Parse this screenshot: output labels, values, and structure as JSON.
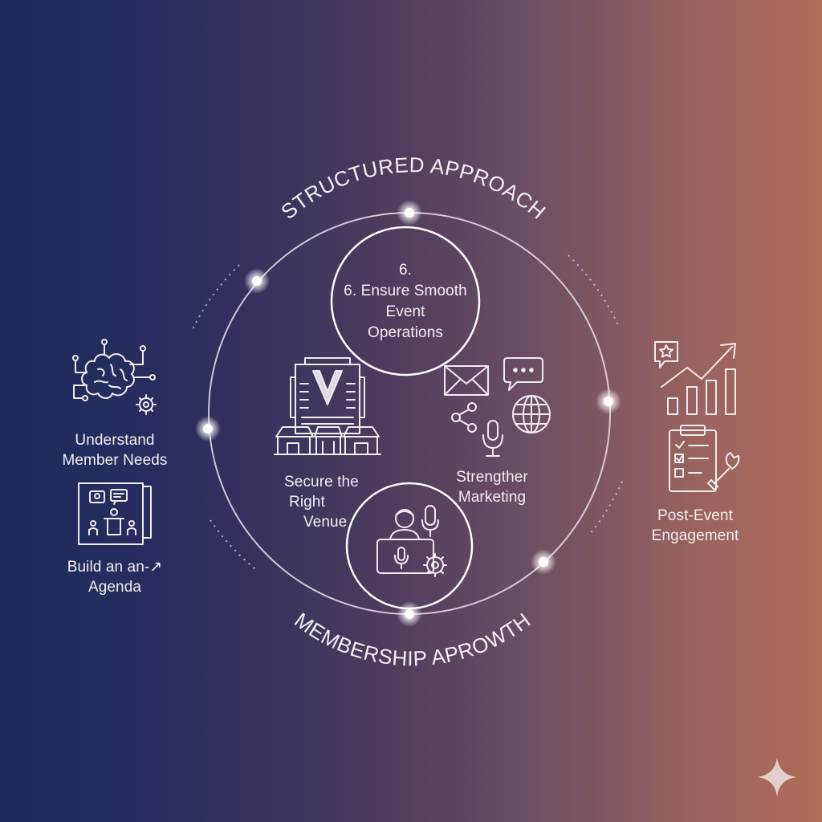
{
  "diagram": {
    "top_arc_title": "STRUCTURED APPROACH",
    "bottom_arc_title": "MEMBERSHIP APROWTH",
    "center_step": {
      "number": "6.",
      "line1": "6. Ensure Smooth",
      "line2": "Event",
      "line3": "Operations"
    },
    "inner_labels": {
      "venue": [
        "Secure the",
        "Right",
        "Venue"
      ],
      "marketing": [
        "Strengther",
        "Marketing"
      ]
    },
    "left_labels": {
      "needs": [
        "Understand",
        "Member Needs"
      ],
      "agenda": [
        "Build an an-↗",
        "Agenda"
      ]
    },
    "right_labels": {
      "engagement": [
        "Post-Event",
        "Engagement"
      ]
    },
    "icons": {
      "brain": "brain-circuit-gear-icon",
      "agenda": "presentation-board-icon",
      "venue": "venue-building-icon",
      "email": "envelope-icon",
      "chat": "chat-bubble-icon",
      "share": "share-icon",
      "mic": "microphone-icon",
      "globe": "globe-icon",
      "operations": "presenter-mic-gear-icon",
      "growth": "growth-chart-star-icon",
      "checklist": "clipboard-checklist-wrench-icon",
      "sparkle": "sparkle-icon"
    },
    "colors": {
      "line": "#e9e2ea",
      "glow_node": "#ffffff"
    }
  }
}
